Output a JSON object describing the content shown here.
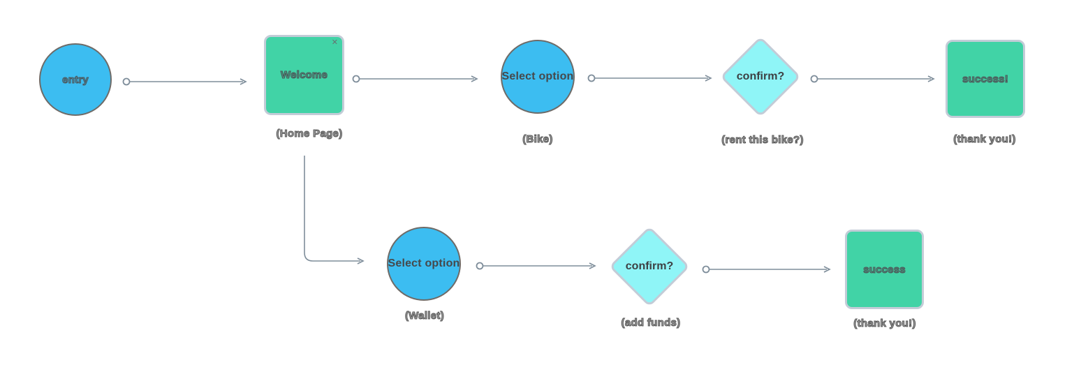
{
  "diagram": {
    "background": "#ffffff",
    "palette": {
      "circle_fill": "#3cbdf1",
      "circle_border": "#6e6b68",
      "rect_fill": "#41d3a6",
      "rect_border": "#c3ccd7",
      "diamond_fill": "#8ff5f7",
      "diamond_border": "#c3ccd7",
      "connector": "#7e8d9a",
      "node_text": "#46494c",
      "caption_text": "#575757"
    },
    "icons": {
      "close": "✕"
    },
    "nodes": {
      "entry": {
        "type": "circle",
        "label": "entry"
      },
      "welcome": {
        "type": "rect",
        "label": "Welcome",
        "caption": "(Home Page)"
      },
      "select_bike": {
        "type": "circle",
        "label": "Select option",
        "caption": "(Bike)"
      },
      "confirm_bike": {
        "type": "diamond",
        "label": "confirm?",
        "caption": "(rent this bike?)"
      },
      "success_bike": {
        "type": "rect",
        "label": "success!",
        "caption": "(thank you!)"
      },
      "select_wallet": {
        "type": "circle",
        "label": "Select option",
        "caption": "(Wallet)"
      },
      "confirm_wallet": {
        "type": "diamond",
        "label": "confirm?",
        "caption": "(add funds)"
      },
      "success_wallet": {
        "type": "rect",
        "label": "success",
        "caption": "(thank you!)"
      }
    },
    "connections": [
      {
        "from": "entry",
        "to": "welcome"
      },
      {
        "from": "welcome",
        "to": "select_bike"
      },
      {
        "from": "select_bike",
        "to": "confirm_bike"
      },
      {
        "from": "confirm_bike",
        "to": "success_bike"
      },
      {
        "from": "welcome",
        "to": "select_wallet"
      },
      {
        "from": "select_wallet",
        "to": "confirm_wallet"
      },
      {
        "from": "confirm_wallet",
        "to": "success_wallet"
      }
    ]
  }
}
